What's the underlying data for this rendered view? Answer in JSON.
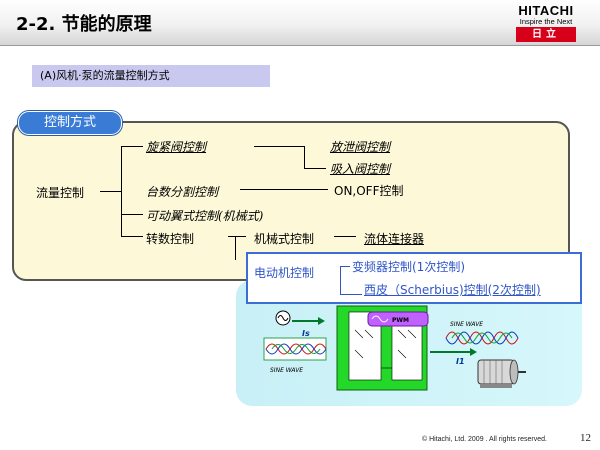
{
  "header": {
    "title": "2-2. 节能的原理",
    "logo_word": "HITACHI",
    "logo_tagline": "Inspire the Next",
    "logo_kanji": "日立"
  },
  "subtitle": "(A)风机·泵的流量控制方式",
  "method_tab": "控制方式",
  "tree": {
    "root": "流量控制",
    "item_valve": "旋紧阀控制",
    "item_bleed": "放泄阀控制",
    "item_suction": "吸入阀控制",
    "item_units": "台数分割控制",
    "item_onoff": "ON,OFF控制",
    "item_vane": "可动翼式控制(机械式)",
    "item_speed": "转数控制",
    "item_mech": "机械式控制",
    "item_coupling": "流体连接器",
    "item_motor": "电动机控制",
    "item_inverter": "变频器控制(1次控制)",
    "item_scherbius": "西皮（Scherbius)控制(2次控制)"
  },
  "diagram": {
    "label_is": "Is",
    "label_i1": "I1",
    "label_pwm": "PWM",
    "sine_wave_left": "SINE   WAVE",
    "sine_wave_right": "SINE   WAVE"
  },
  "footer": {
    "copyright": "© Hitachi, Ltd. 2009 . All rights reserved.",
    "page": "12"
  },
  "colors": {
    "accent_blue": "#3a7bd6",
    "brand_red": "#d7001a",
    "panel_yellow": "#fcf8d8",
    "panel_cyan": "#c8f0f6"
  }
}
